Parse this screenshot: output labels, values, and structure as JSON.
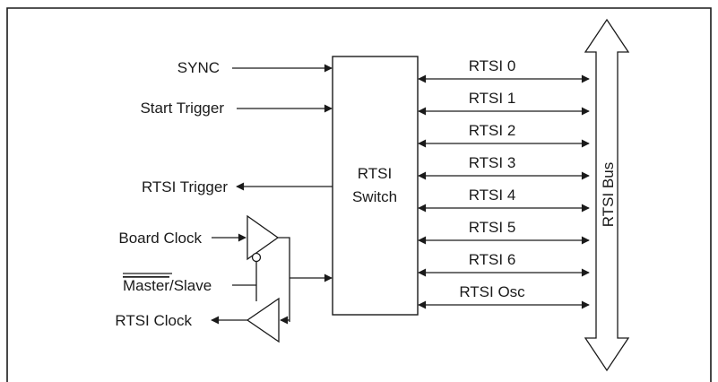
{
  "inputs": {
    "sync": "SYNC",
    "start_trigger": "Start Trigger",
    "rtsi_trigger": "RTSI Trigger",
    "board_clock": "Board Clock",
    "master": "Master",
    "slave": "/Slave",
    "rtsi_clock": "RTSI Clock"
  },
  "switch": {
    "line1": "RTSI",
    "line2": "Switch"
  },
  "lines": [
    "RTSI 0",
    "RTSI 1",
    "RTSI 2",
    "RTSI 3",
    "RTSI 4",
    "RTSI 5",
    "RTSI 6",
    "RTSI Osc"
  ],
  "bus": {
    "label": "RTSI Bus"
  },
  "colors": {
    "stroke": "#1a1a1a",
    "background": "#ffffff"
  }
}
